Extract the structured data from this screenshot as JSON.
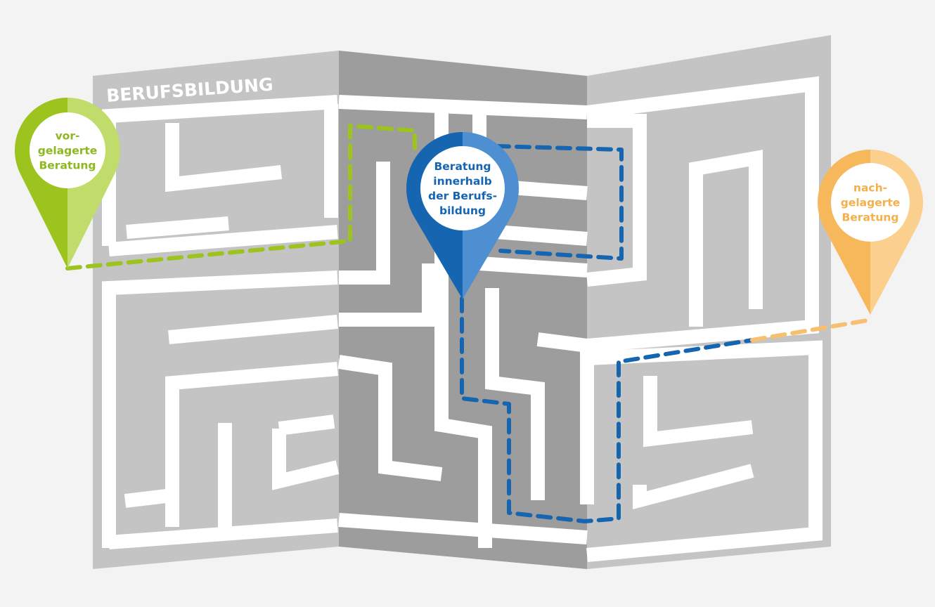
{
  "map": {
    "title": "BERUFSBILDUNG",
    "colors": {
      "background": "#f3f3f3",
      "panel_light": "#c4c4c4",
      "panel_dark": "#9d9d9d",
      "maze_wall": "#ffffff"
    }
  },
  "pins": [
    {
      "id": "pin-vorgelagerte-beratung",
      "lines": [
        "vor-",
        "gelagerte",
        "Beratung"
      ],
      "color": "#9cc31e",
      "color_light": "#c0dc6a",
      "text_color": "#8db820",
      "path_color": "#9cc31e"
    },
    {
      "id": "pin-beratung-innerhalb",
      "lines": [
        "Beratung",
        "innerhalb",
        "der Berufs-",
        "bildung"
      ],
      "color": "#1565b0",
      "color_light": "#4d8fd0",
      "text_color": "#1565b0",
      "path_color": "#1565b0"
    },
    {
      "id": "pin-nachgelagerte-beratung",
      "lines": [
        "nach-",
        "gelagerte",
        "Beratung"
      ],
      "color": "#f6b85a",
      "color_light": "#fbd08e",
      "text_color": "#f3b04c",
      "path_color": "#f6c070"
    }
  ]
}
